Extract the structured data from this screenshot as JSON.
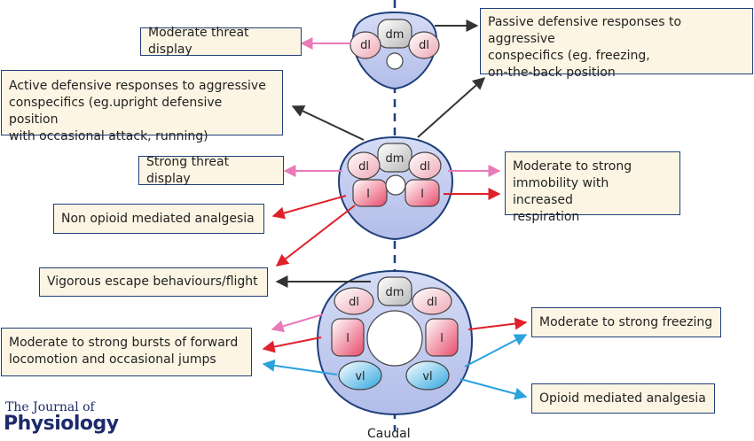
{
  "column_labels": {
    "dm": "dm",
    "dl": "dl",
    "l": "l",
    "vl": "vl"
  },
  "caudal_label": "Caudal",
  "journal": {
    "line1": "The Journal of",
    "line2": "Physiology"
  },
  "boxes": {
    "moderate_threat": "Moderate threat display",
    "passive_defensive": "Passive defensive responses to aggressive\nconspecifics (eg. freezing,\non-the-back position",
    "active_defensive": "Active defensive responses to aggressive\nconspecifics (eg.upright defensive position\nwith occasional attack, running)",
    "strong_threat": "Strong threat display",
    "moderate_strong_immobility": "Moderate to strong\nimmobility with increased\nrespiration",
    "non_opioid": "Non opioid mediated analgesia",
    "vigorous_escape": "Vigorous escape behaviours/flight",
    "forward_locomotion": "Moderate to strong bursts of forward\nlocomotion and occasional jumps",
    "moderate_freezing": "Moderate to strong freezing",
    "opioid": "Opioid mediated analgesia"
  },
  "colors": {
    "pink_arrow": "#e87ab8",
    "red_arrow": "#e0202a",
    "blue_arrow": "#2aa2dc",
    "black_arrow": "#333333",
    "section_fill": "#c5cdf0",
    "section_stroke": "#1f3f7a",
    "box_fill": "#fcf5e3",
    "box_stroke": "#1f3f7a"
  }
}
